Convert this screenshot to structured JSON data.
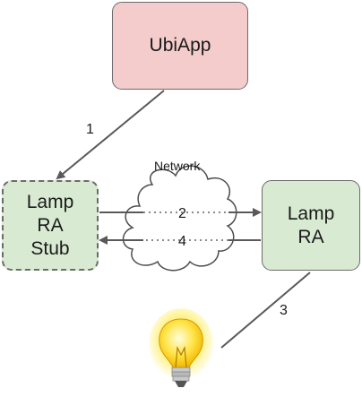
{
  "nodes": {
    "ubiapp": {
      "label": "UbiApp"
    },
    "stub": {
      "label_lines": [
        "Lamp",
        "RA",
        "Stub"
      ]
    },
    "lamp_ra": {
      "label_lines": [
        "Lamp",
        "RA"
      ]
    }
  },
  "network": {
    "label": "Network"
  },
  "edges": {
    "e1": {
      "label": "1"
    },
    "e2": {
      "label": "2"
    },
    "e3": {
      "label": "3"
    },
    "e4": {
      "label": "4"
    }
  },
  "bulb": {
    "icon": "light-bulb-icon"
  },
  "colors": {
    "ubiapp_fill": "#f4cccc",
    "ra_fill": "#d9ead3",
    "stroke": "#6b6b6b",
    "bulb_glow": "#fff28a",
    "bulb_core": "#ffd400"
  }
}
